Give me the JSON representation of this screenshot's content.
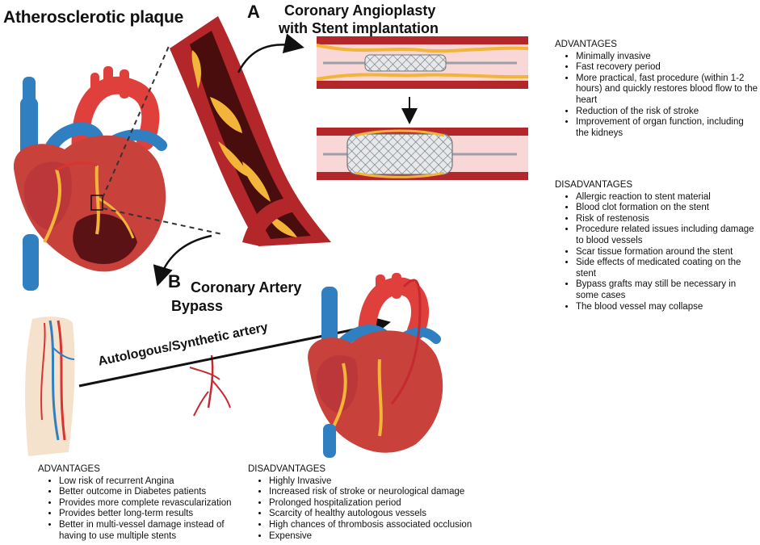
{
  "title": "Atherosclerotic plaque",
  "section_a": {
    "letter": "A",
    "heading_line1": "Coronary Angioplasty",
    "heading_line2": "with Stent implantation",
    "advantages_title": "ADVANTAGES",
    "advantages": [
      "Minimally invasive",
      "Fast recovery period",
      "More practical, fast procedure (within 1-2 hours) and quickly restores blood flow to the heart",
      "Reduction of the risk of stroke",
      "Improvement of organ function, including the kidneys"
    ],
    "disadvantages_title": "DISADVANTAGES",
    "disadvantages": [
      "Allergic reaction to stent material",
      "Blood clot formation on the stent",
      "Risk of restenosis",
      "Procedure related issues including damage to blood vessels",
      "Scar tissue formation around the stent",
      "Side effects of medicated coating on the stent",
      "Bypass grafts may still be necessary in some cases",
      "The blood vessel may collapse"
    ]
  },
  "section_b": {
    "letter": "B",
    "heading_line1": "Coronary Artery",
    "heading_line2": "Bypass",
    "graft_label": "Autologous/Synthetic artery",
    "advantages_title": "ADVANTAGES",
    "advantages": [
      "Low risk of recurrent Angina",
      "Better outcome in Diabetes patients",
      "Provides more complete revascularization",
      "Provides better long-term results",
      "Better in multi-vessel damage instead of having to use multiple stents"
    ],
    "disadvantages_title": "DISADVANTAGES",
    "disadvantages": [
      "Highly Invasive",
      "Increased risk of stroke or neurological damage",
      "Prolonged hospitalization period",
      "Scarcity of healthy autologous vessels",
      "High chances of thrombosis associated occlusion",
      "Expensive"
    ]
  },
  "colors": {
    "vessel_red": "#b3262a",
    "vessel_dark": "#4a0d0d",
    "plaque_yellow": "#f2b53a",
    "heart_red": "#c8413b",
    "aorta_red": "#e0403c",
    "vein_blue": "#2f7fc1",
    "skin": "#f4e2cc",
    "stent_gray": "#9aa0a6"
  }
}
